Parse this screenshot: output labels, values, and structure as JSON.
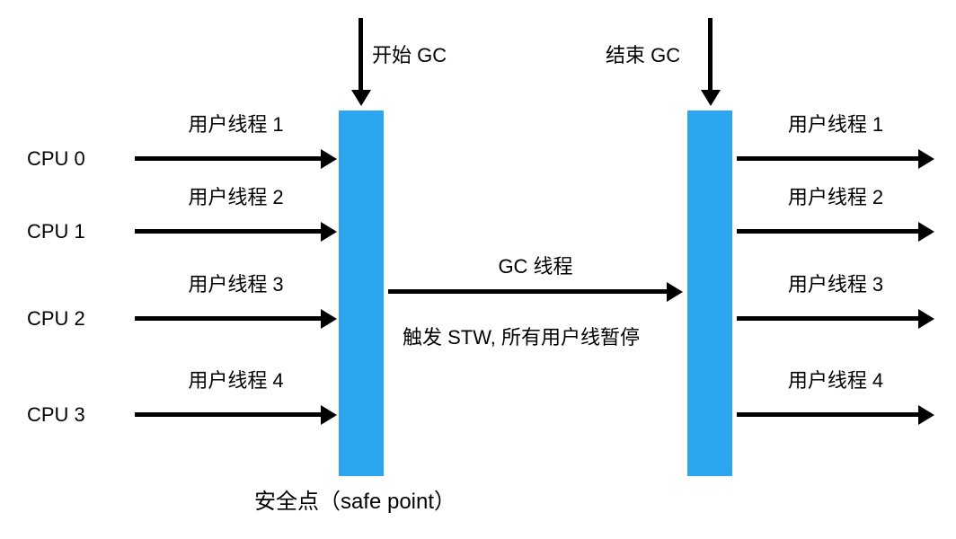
{
  "diagram": {
    "start_gc": "开始 GC",
    "end_gc": "结束 GC",
    "gc_thread": "GC 线程",
    "stw_note": "触发 STW, 所有用户线暂停",
    "safe_point": "安全点（safe point）",
    "bar_color": "#2ca6f0",
    "left_rows": [
      {
        "cpu": "CPU 0",
        "thread": "用户线程 1"
      },
      {
        "cpu": "CPU 1",
        "thread": "用户线程 2"
      },
      {
        "cpu": "CPU 2",
        "thread": "用户线程 3"
      },
      {
        "cpu": "CPU 3",
        "thread": "用户线程 4"
      }
    ],
    "right_rows": [
      {
        "thread": "用户线程 1"
      },
      {
        "thread": "用户线程 2"
      },
      {
        "thread": "用户线程 3"
      },
      {
        "thread": "用户线程 4"
      }
    ]
  }
}
